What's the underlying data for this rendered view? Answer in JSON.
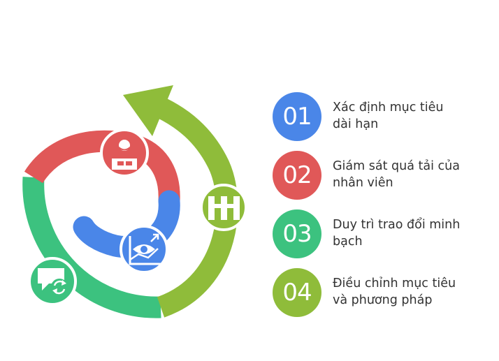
{
  "steps": [
    {
      "number": "01",
      "line1": "Xác định mục tiêu",
      "line2": "dài hạn",
      "color": "#4a86e8"
    },
    {
      "number": "02",
      "line1": "Giám sát quá tải của",
      "line2": "nhân viên",
      "color": "#e05858"
    },
    {
      "number": "03",
      "line1": "Duy trì trao đổi minh",
      "line2": "bạch",
      "color": "#3cc27f"
    },
    {
      "number": "04",
      "line1": "Điều chỉnh mục tiêu",
      "line2": "và phương pháp",
      "color": "#8fbc3a"
    }
  ],
  "icons": [
    "employee-desk-icon",
    "eye-chart-icon",
    "chat-refresh-icon",
    "columns-icon"
  ]
}
